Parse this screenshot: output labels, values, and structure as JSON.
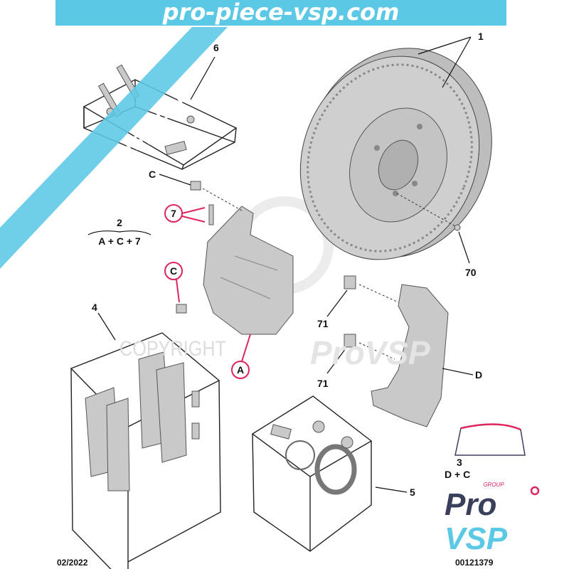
{
  "watermark": {
    "banner_text": "pro-piece-vsp.com",
    "diagonal_text": "pro-piece-vsp.com",
    "copyright_text": "COPYRIGHT",
    "copyright_brand": "ProVSP",
    "banner_color": "#5bc8e6"
  },
  "callouts": {
    "disc": "1",
    "kit_caliper": "2",
    "kit_caliper_contents": "A + C + 7",
    "kit_3": "3",
    "kit_3_contents": "D + C",
    "pads": "4",
    "repair_kit": "5",
    "guide_pins": "6",
    "bleed_screw": "7",
    "disc_screw": "70",
    "bracket_bolt_upper": "71",
    "bracket_bolt_lower": "71",
    "bracket": "D",
    "caliper": "A",
    "bolt_upper": "C",
    "bolt_lower": "C"
  },
  "highlight_color": "#e0245e",
  "footer": {
    "date": "02/2022",
    "reference": "00121379"
  },
  "logo": {
    "group": "GROUP",
    "pro": "Pro",
    "vsp": "VSP",
    "pro_color": "#3a3f5c",
    "vsp_color": "#5bc8e6",
    "accent_color": "#e0245e"
  }
}
